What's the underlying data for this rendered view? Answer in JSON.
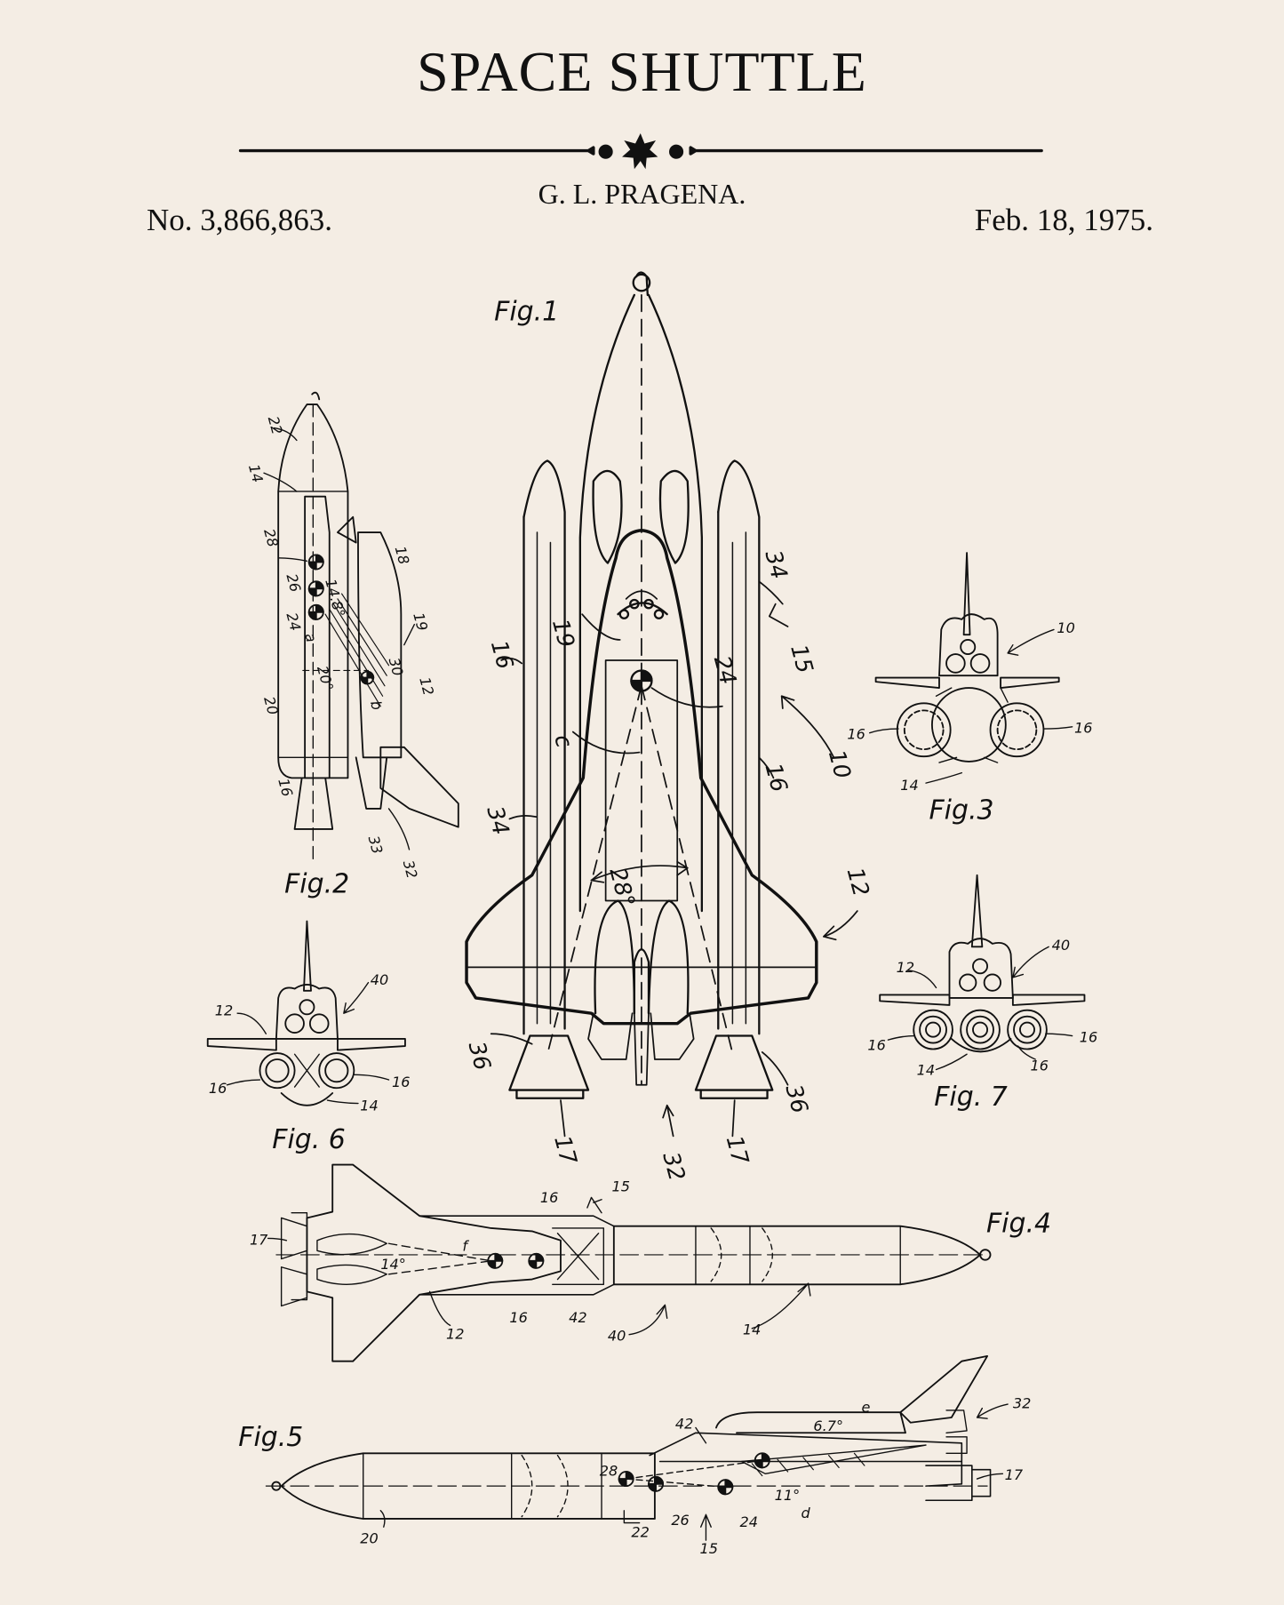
{
  "header": {
    "title": "SPACE SHUTTLE",
    "inventor": "G. L. PRAGENA.",
    "patent_number": "No. 3,866,863.",
    "date": "Feb. 18, 1975."
  },
  "figures": {
    "fig1": "Fig.1",
    "fig2": "Fig.2",
    "fig3": "Fig.3",
    "fig4": "Fig.4",
    "fig5": "Fig.5",
    "fig6": "Fig. 6",
    "fig7": "Fig. 7"
  },
  "labels": {
    "fig1": {
      "r34a": "34",
      "r15": "15",
      "r19": "19",
      "r24": "24",
      "r16a": "16",
      "r10": "10",
      "rc": "c",
      "r16b": "16",
      "r34b": "34",
      "angle": "28°",
      "r12": "12",
      "r36a": "36",
      "r36b": "36",
      "r17a": "17",
      "r17b": "17",
      "r32": "32"
    },
    "fig2": {
      "r22": "22",
      "r14": "14",
      "r28": "28",
      "r26": "26",
      "r24": "24",
      "ra": "a",
      "r20": "20",
      "r16": "16",
      "r18": "18",
      "r19": "19",
      "r12": "12",
      "r30": "30",
      "rb": "b",
      "r33": "33",
      "r32": "32",
      "angle1": "14.8°",
      "angle2": "20°"
    },
    "fig3": {
      "r10": "10",
      "r16a": "16",
      "r16b": "16",
      "r14": "14"
    },
    "fig6": {
      "r40": "40",
      "r12": "12",
      "r16a": "16",
      "r16b": "16",
      "r14": "14"
    },
    "fig7": {
      "r40": "40",
      "r12": "12",
      "r16a": "16",
      "r16b": "16",
      "r16c": "16",
      "r14": "14"
    },
    "fig4": {
      "r17": "17",
      "r15": "15",
      "r16a": "16",
      "rf": "f",
      "angle": "14°",
      "r12": "12",
      "r16b": "16",
      "r42": "42",
      "r40": "40",
      "r14": "14"
    },
    "fig5": {
      "r42": "42",
      "angle1": "6.7°",
      "re": "e",
      "r32": "32",
      "r28": "28",
      "r17": "17",
      "angle2": "11°",
      "rd": "d",
      "r26": "26",
      "r24": "24",
      "r20": "20",
      "r22": "22",
      "r15": "15"
    }
  }
}
